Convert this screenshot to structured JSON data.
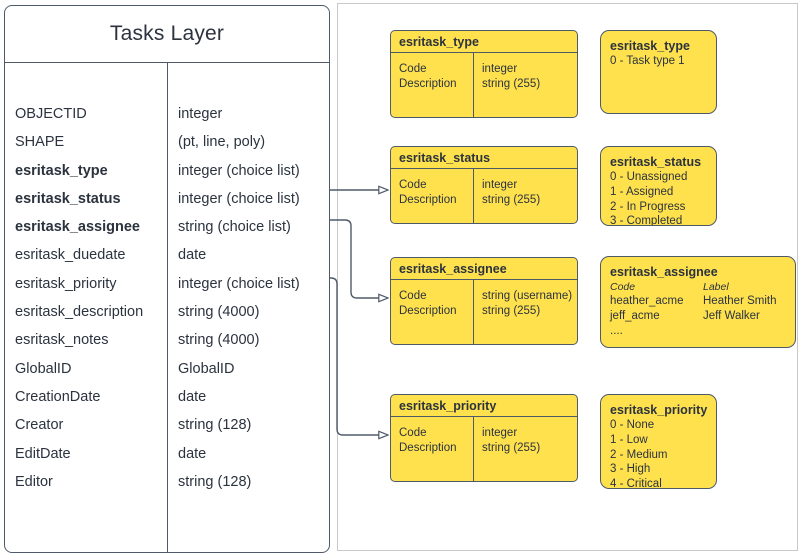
{
  "diagram": {
    "title": "Tasks Layer",
    "accent_yellow": "#ffe14d",
    "line_color": "#4f5a69",
    "frame_color": "#c9c9c9"
  },
  "tasks_layer": {
    "title": "Tasks Layer",
    "fields": [
      {
        "name": "OBJECTID",
        "type": "integer",
        "bold": false
      },
      {
        "name": "SHAPE",
        "type": "(pt, line, poly)",
        "bold": false
      },
      {
        "name": "esritask_type",
        "type": "integer (choice list)",
        "bold": true
      },
      {
        "name": "esritask_status",
        "type": "integer (choice list)",
        "bold": true
      },
      {
        "name": "esritask_assignee",
        "type": "string (choice list)",
        "bold": true
      },
      {
        "name": "esritask_duedate",
        "type": "date",
        "bold": false
      },
      {
        "name": "esritask_priority",
        "type": "integer (choice list)",
        "bold": false
      },
      {
        "name": "esritask_description",
        "type": "string (4000)",
        "bold": false
      },
      {
        "name": "esritask_notes",
        "type": "string (4000)",
        "bold": false
      },
      {
        "name": "GlobalID",
        "type": "GlobalID",
        "bold": false
      },
      {
        "name": "CreationDate",
        "type": "date",
        "bold": false
      },
      {
        "name": "Creator",
        "type": "string (128)",
        "bold": false
      },
      {
        "name": "EditDate",
        "type": "date",
        "bold": false
      },
      {
        "name": "Editor",
        "type": "string (128)",
        "bold": false
      }
    ]
  },
  "domains": [
    {
      "title": "esritask_type",
      "left_lines": [
        "Code",
        "Description"
      ],
      "right_lines": [
        "integer",
        "string (255)"
      ]
    },
    {
      "title": "esritask_status",
      "left_lines": [
        "Code",
        "Description"
      ],
      "right_lines": [
        "integer",
        "string (255)"
      ]
    },
    {
      "title": "esritask_assignee",
      "left_lines": [
        "Code",
        "Description"
      ],
      "right_lines": [
        "string  (username)",
        "string (255)"
      ]
    },
    {
      "title": "esritask_priority",
      "left_lines": [
        "Code",
        "Description"
      ],
      "right_lines": [
        "integer",
        "string (255)"
      ]
    }
  ],
  "values": {
    "type": {
      "title": "esritask_type",
      "items": [
        "0 - Task type 1"
      ]
    },
    "status": {
      "title": "esritask_status",
      "items": [
        "0 - Unassigned",
        "1 - Assigned",
        "2 - In Progress",
        "3 - Completed"
      ]
    },
    "assignee": {
      "title": "esritask_assignee",
      "header_code": "Code",
      "header_label": "Label",
      "codes": [
        "heather_acme",
        "jeff_acme",
        "...."
      ],
      "labels": [
        "Heather Smith",
        "Jeff Walker",
        ""
      ]
    },
    "priority": {
      "title": "esritask_priority",
      "items": [
        "0 - None",
        "1 - Low",
        "2 - Medium",
        "3 - High",
        "4 - Critical"
      ]
    }
  }
}
